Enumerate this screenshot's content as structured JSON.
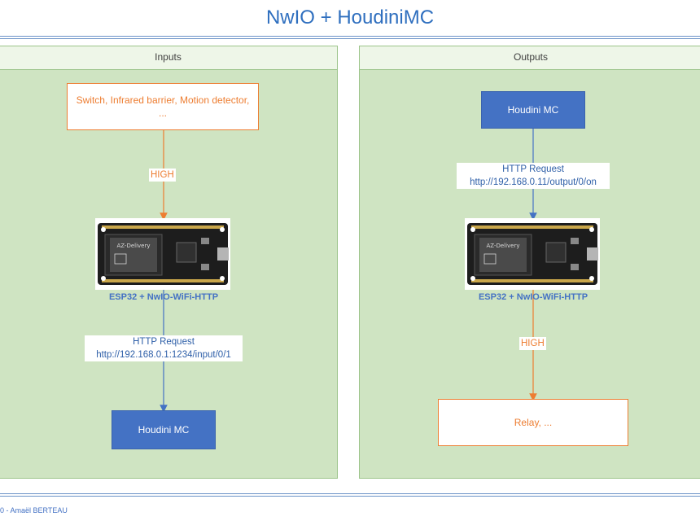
{
  "title": "NwIO + HoudiniMC",
  "inputs": {
    "header": "Inputs",
    "source_box": "Switch, Infrared barrier, Motion detector, ...",
    "signal_label": "HIGH",
    "board_caption": "ESP32 + NwIO-WiFi-HTTP",
    "board_brand": "AZ-Delivery",
    "request_title": "HTTP Request",
    "request_url": "http://192.168.0.1:1234/input/0/1",
    "target_box": "Houdini MC"
  },
  "outputs": {
    "header": "Outputs",
    "source_box": "Houdini MC",
    "request_title": "HTTP Request",
    "request_url": "http://192.168.0.11/output/0/on",
    "board_caption": "ESP32 + NwIO-WiFi-HTTP",
    "board_brand": "AZ-Delivery",
    "signal_label": "HIGH",
    "target_box": "Relay, ..."
  },
  "footer": "0 - Amaël BERTEAU",
  "colors": {
    "panel_bg": "#cfe4c2",
    "blue": "#4472c4",
    "orange": "#ed7d31",
    "title": "#2f6fbf"
  }
}
